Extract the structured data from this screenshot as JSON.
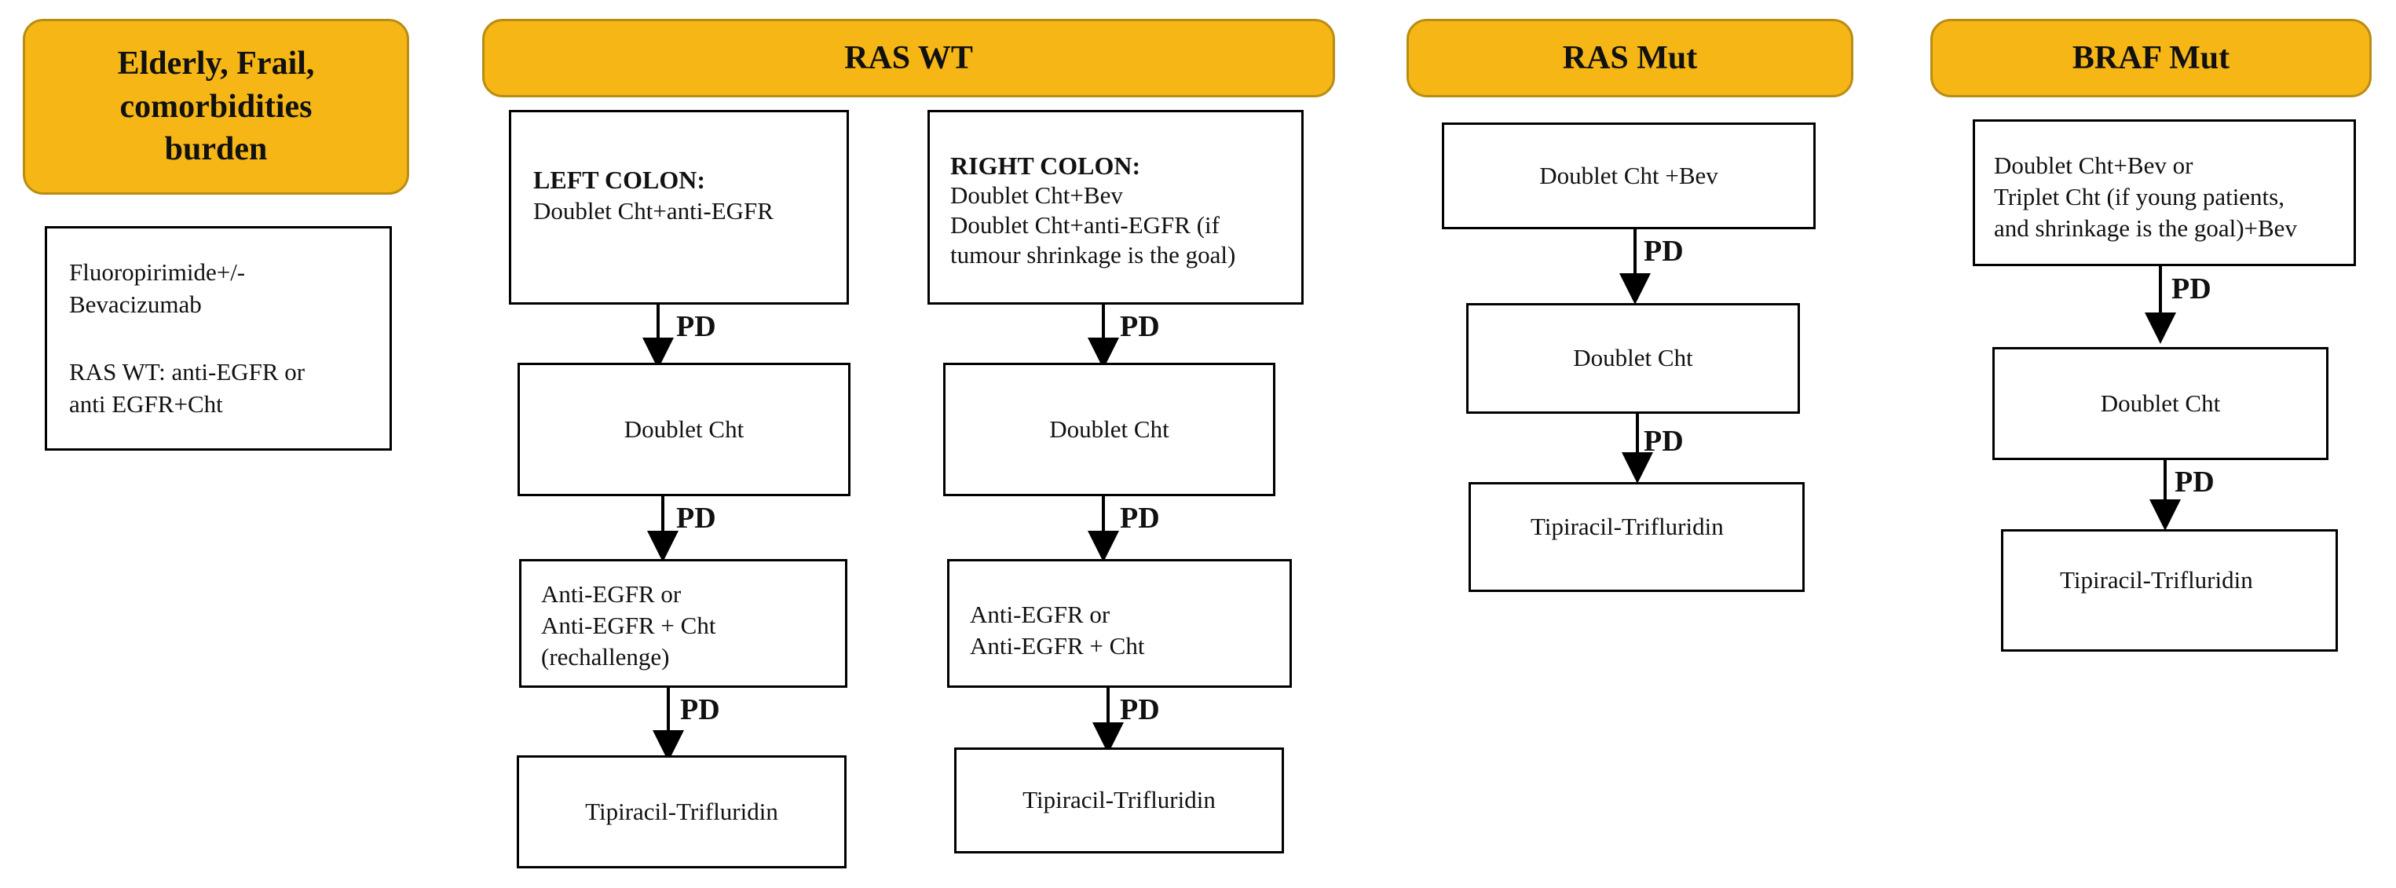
{
  "headers": {
    "elderly": "Elderly, Frail,\ncomorbidities\nburden",
    "ras_wt": "RAS WT",
    "ras_mut": "RAS Mut",
    "braf_mut": "BRAF Mut"
  },
  "elderly": {
    "line1": "Fluoropirimide+/-",
    "line2": "Bevacizumab",
    "line3": "RAS WT: anti-EGFR or",
    "line4": "anti EGFR+Cht"
  },
  "left_colon": {
    "title": "LEFT COLON:",
    "line1": "Doublet Cht+anti-EGFR",
    "second": "Doublet Cht",
    "third_1": "Anti-EGFR or",
    "third_2": "Anti-EGFR + Cht",
    "third_3": "(rechallenge)",
    "fourth": "Tipiracil-Trifluridin"
  },
  "right_colon": {
    "title": "RIGHT COLON:",
    "line1": "Doublet Cht+Bev",
    "line2": "Doublet Cht+anti-EGFR (if",
    "line3": "tumour shrinkage is the goal)",
    "second": "Doublet Cht",
    "third_1": "Anti-EGFR or",
    "third_2": "Anti-EGFR + Cht",
    "fourth": "Tipiracil-Trifluridin"
  },
  "ras_mut": {
    "first": "Doublet Cht +Bev",
    "second": "Doublet Cht",
    "third": "Tipiracil-Trifluridin"
  },
  "braf_mut": {
    "line1": "Doublet Cht+Bev or",
    "line2": "Triplet Cht (if young patients,",
    "line3": "and shrinkage is the goal)+Bev",
    "second": "Doublet Cht",
    "third": "Tipiracil-Trifluridin"
  },
  "arrow_label": "PD"
}
